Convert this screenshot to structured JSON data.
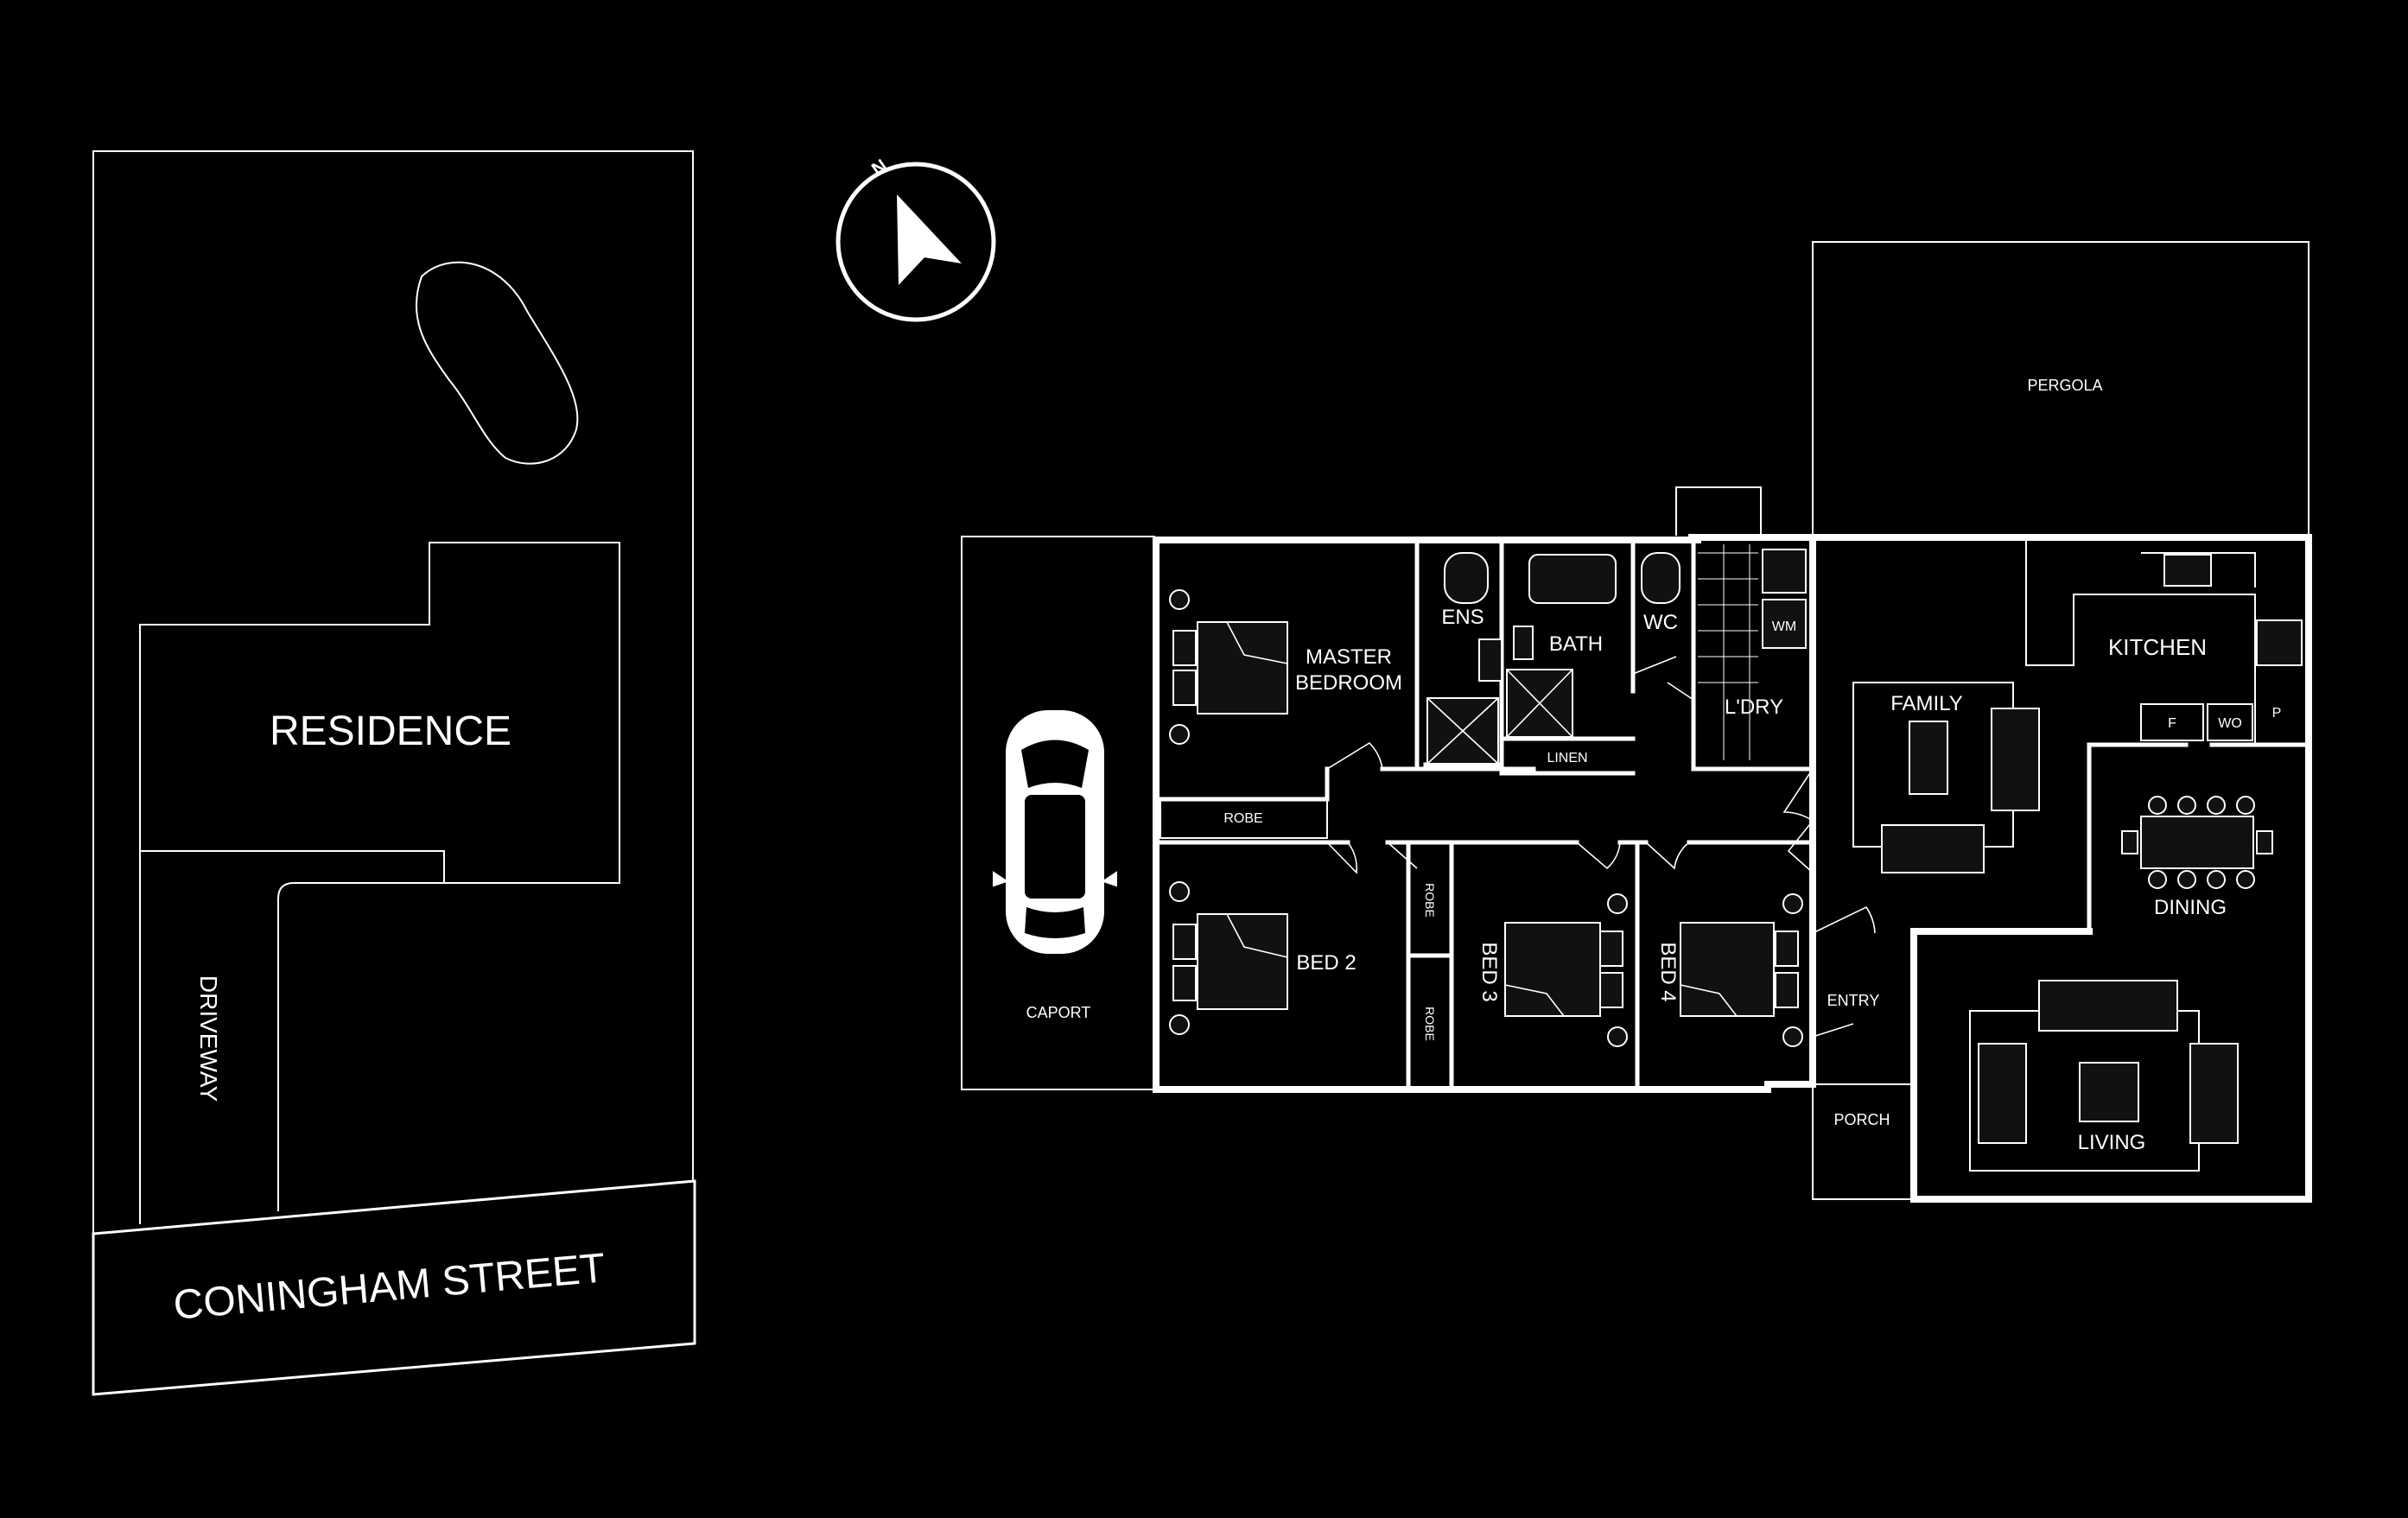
{
  "site_plan": {
    "residence_label": "RESIDENCE",
    "driveway_label": "DRIVEWAY",
    "street_label": "CONINGHAM STREET"
  },
  "compass": {
    "north_label": "N"
  },
  "floor_plan": {
    "pergola": "PERGOLA",
    "master_bedroom_line1": "MASTER",
    "master_bedroom_line2": "BEDROOM",
    "ensuite": "ENS",
    "bath": "BATH",
    "wc": "WC",
    "laundry": "L'DRY",
    "washing_machine": "WM",
    "linen": "LINEN",
    "robe_master": "ROBE",
    "robe_bed2_upper": "ROBE",
    "robe_bed2_lower": "ROBE",
    "bed2": "BED 2",
    "bed3": "BED 3",
    "bed4": "BED 4",
    "carport": "CAPORT",
    "family": "FAMILY",
    "kitchen": "KITCHEN",
    "fridge": "F",
    "wall_oven": "WO",
    "pantry": "P",
    "dining": "DINING",
    "living": "LIVING",
    "entry": "ENTRY",
    "porch": "PORCH"
  }
}
